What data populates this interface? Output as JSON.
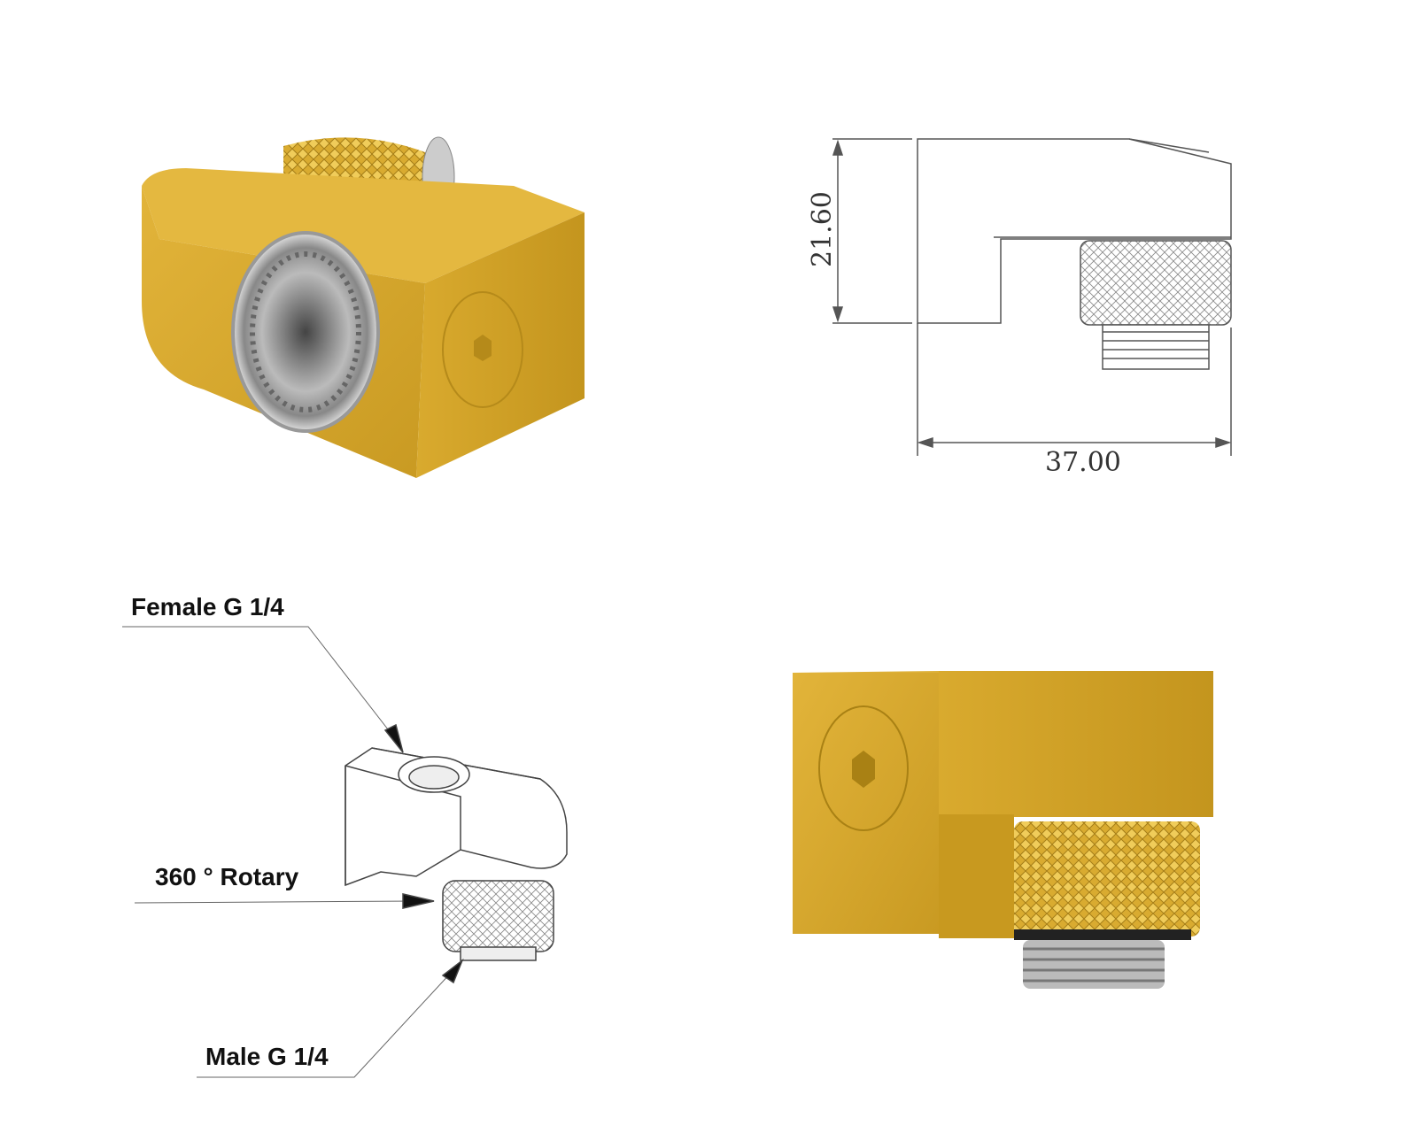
{
  "drawing": {
    "height_dimension": "21.60",
    "width_dimension": "37.00"
  },
  "callouts": {
    "female": "Female G 1/4",
    "rotary": "360 ° Rotary",
    "male": "Male G 1/4"
  },
  "colors": {
    "gold": "#D4A62A",
    "gold_dark": "#B8891C",
    "chrome": "#A8A8A8",
    "line": "#555555"
  }
}
